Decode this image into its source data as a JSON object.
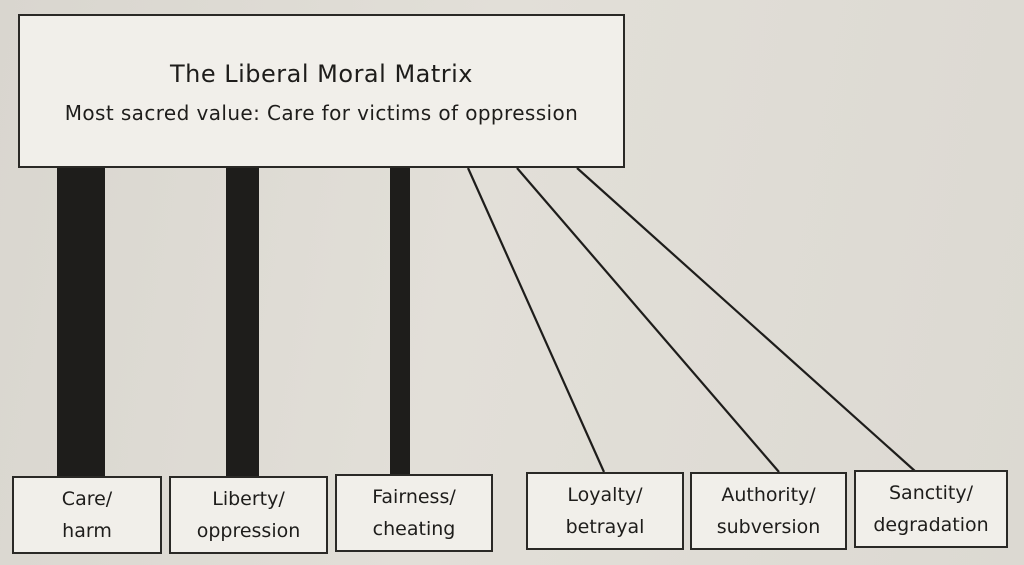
{
  "matrix": {
    "title": "The Liberal Moral Matrix",
    "subtitle": "Most sacred value: Care for victims of oppression"
  },
  "foundations": [
    {
      "line1": "Care/",
      "line2": "harm",
      "emphasis": "thick"
    },
    {
      "line1": "Liberty/",
      "line2": "oppression",
      "emphasis": "thick"
    },
    {
      "line1": "Fairness/",
      "line2": "cheating",
      "emphasis": "medium"
    },
    {
      "line1": "Loyalty/",
      "line2": "betrayal",
      "emphasis": "thin"
    },
    {
      "line1": "Authority/",
      "line2": "subversion",
      "emphasis": "thin"
    },
    {
      "line1": "Sanctity/",
      "line2": "degradation",
      "emphasis": "thin"
    }
  ],
  "colors": {
    "line": "#1e1d1b",
    "box_border": "#2a2926",
    "box_fill": "#f1efea",
    "paper": "#dedbd4"
  }
}
